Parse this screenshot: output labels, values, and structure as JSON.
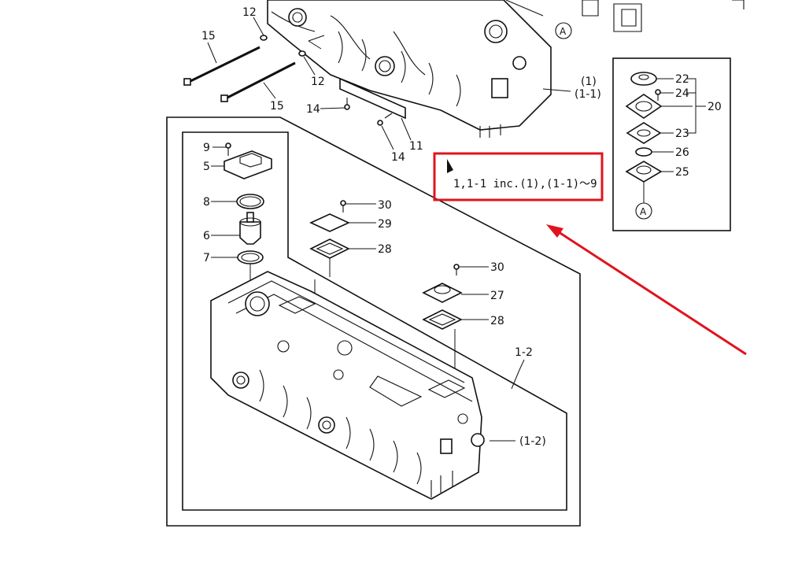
{
  "diagram": {
    "callouts": {
      "c15a": "15",
      "c12a": "12",
      "c12b": "12",
      "c15b": "15",
      "c14a": "14",
      "c14b": "14",
      "c11": "11",
      "c1": "(1)",
      "c1_1": "(1-1)",
      "c9": "9",
      "c5": "5",
      "c8": "8",
      "c6": "6",
      "c7": "7",
      "c30a": "30",
      "c29": "29",
      "c28a": "28",
      "c30b": "30",
      "c27": "27",
      "c28b": "28",
      "c1_2": "1-2",
      "c1_2p": "(1-2)",
      "c22": "22",
      "c24": "24",
      "c20": "20",
      "c23": "23",
      "c26": "26",
      "c25": "25",
      "refA_top": "A",
      "refA_inset": "A"
    },
    "note_line1": "1,1-1  inc.(1),(1-1)～9",
    "highlight_color": "#e0141e"
  }
}
